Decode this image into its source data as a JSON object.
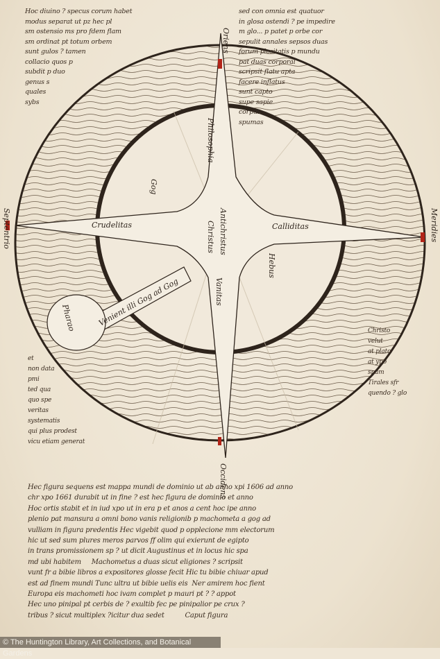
{
  "diagram": {
    "labels": {
      "west_arm": "Crudelitas",
      "east_arm": "Calliditas",
      "north_arm": "Philosophia",
      "south_arm": "Vanitas",
      "center_1": "Christus",
      "center_2": "Antichristus",
      "gog": "Gog",
      "hebus": "Hebus",
      "banner": "Venient illi Gog ad Gog",
      "bubble": "Pharao"
    },
    "compass": {
      "north": "Oriens",
      "west": "Septentrio",
      "east": "Meridies",
      "south": "Occidens"
    }
  },
  "manuscript": {
    "top_left_text": "Hoc diuino ? specus corum habet\nmodus separat ut pz hec pl\nsm ostensio ms pro fdem flam\nsm ordinat pt totum orbem\nsunt gulos ? tamen\ncollacio quos p\nsubdit p duo\ngenus s\nquales\nsybs",
    "top_right_text": "sed con omnia est quatuor\nin glosa ostendi ? pe impedire\nm glo... p patet p orbe cor\nsepulit annales sepsos duas\nforum plositatis p mundu\npat duas corporal\nscripsit flatu apta\nfacere inflatus\nsunt capto\nsupe sapie\ncorpus\nspumas",
    "bottom_left_margin": "et\nnon data\npmi\nted qua\nquo spe\nveritas\nsystematis\nqui plus prodest\nvicu etiam generat",
    "bottom_right_margin": "Christo\nvelut\nat plato\nat ypo\nspam\nTirales sfr\nquendo ? glo",
    "paragraph": "Hec figura sequens est mappa mundi de dominio ut ab anno xpi 1606 ad anno\nchr xpo 1661 durabit ut in fine ? est hec figura de dominio et anno\nHoc ortis stabit et in iud xpo ut in era p et anos a cent hoc ipe anno\nplenio pat mansura a omni bono vanis religionib p machometa a gog ad\nvulliam in figura predentis Hec vigebit quod p opplecione mm electorum\nhic ut sed sum plures meros parvos ff olim qui exierunt de egipto\nin trans promissionem sp ? ut dicit Augustinus et in locus hic spa\nmd ubi habitem     Machometus a duas sicut eligiones ? scripsit\nvunt fr a bibie libros a expositores glosse fecit Hic tu bibie chiuar apud\nest ad finem mundi Tunc ultra ut bibie uelis eis  Ner amirem hoc fient\nEuropa eis machometi hoc ivam complet p mauri pt ? ? appot\nHec uno pinipal pt cerbis de ? exultib fec pe pinipalior pe crux ?\ntribus ? sicut multiplex ?icitur dua sedet          Caput figura"
  },
  "credit": "© The Huntington Library, Art Collections, and Botanical Gardens"
}
